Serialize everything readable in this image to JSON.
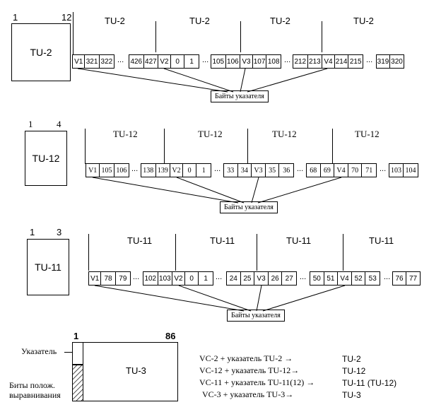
{
  "r1": {
    "box": "TU-2",
    "n_left": "1",
    "n_right": "12",
    "tu": [
      "TU-2",
      "TU-2",
      "TU-2",
      "TU-2"
    ],
    "seg": [
      [
        "V1",
        "321",
        "322"
      ],
      [
        "426",
        "427",
        "V2",
        "0",
        "1"
      ],
      [
        "105",
        "106",
        "V3",
        "107",
        "108"
      ],
      [
        "212",
        "213",
        "V4",
        "214",
        "215"
      ],
      [
        "319",
        "320"
      ]
    ],
    "ptr": "Байты указателя"
  },
  "r2": {
    "box": "TU-12",
    "n_left": "1",
    "n_right": "4",
    "tu": [
      "TU-12",
      "TU-12",
      "TU-12",
      "TU-12"
    ],
    "seg": [
      [
        "V1",
        "105",
        "106"
      ],
      [
        "138",
        "139",
        "V2",
        "0",
        "1"
      ],
      [
        "33",
        "34",
        "V3",
        "35",
        "36"
      ],
      [
        "68",
        "69",
        "V4",
        "70",
        "71"
      ],
      [
        "103",
        "104"
      ]
    ],
    "ptr": "Байты указателя"
  },
  "r3": {
    "box": "TU-11",
    "n_left": "1",
    "n_right": "3",
    "tu": [
      "TU-11",
      "TU-11",
      "TU-11",
      "TU-11"
    ],
    "seg": [
      [
        "V1",
        "78",
        "79"
      ],
      [
        "102",
        "103",
        "V2",
        "0",
        "1"
      ],
      [
        "24",
        "25",
        "V3",
        "26",
        "27"
      ],
      [
        "50",
        "51",
        "V4",
        "52",
        "53"
      ],
      [
        "76",
        "77"
      ]
    ],
    "ptr": "Байты указателя"
  },
  "tu3": {
    "box": "TU-3",
    "n_left": "1",
    "n_right": "86",
    "pointer_label": "Указатель",
    "stuff_label_1": "Биты полож.",
    "stuff_label_2": "выравнивания"
  },
  "mapping": [
    {
      "left": "VC-2 + указатель TU-2 →",
      "right": "TU-2"
    },
    {
      "left": "VC-12 +  указатель TU-12→",
      "right": "TU-12"
    },
    {
      "left": "VC-11 + указатель TU-11(12) →",
      "right": "TU-11 (TU-12)"
    },
    {
      "left": "VC-3 + указатель TU-3→",
      "right": "TU-3"
    }
  ]
}
